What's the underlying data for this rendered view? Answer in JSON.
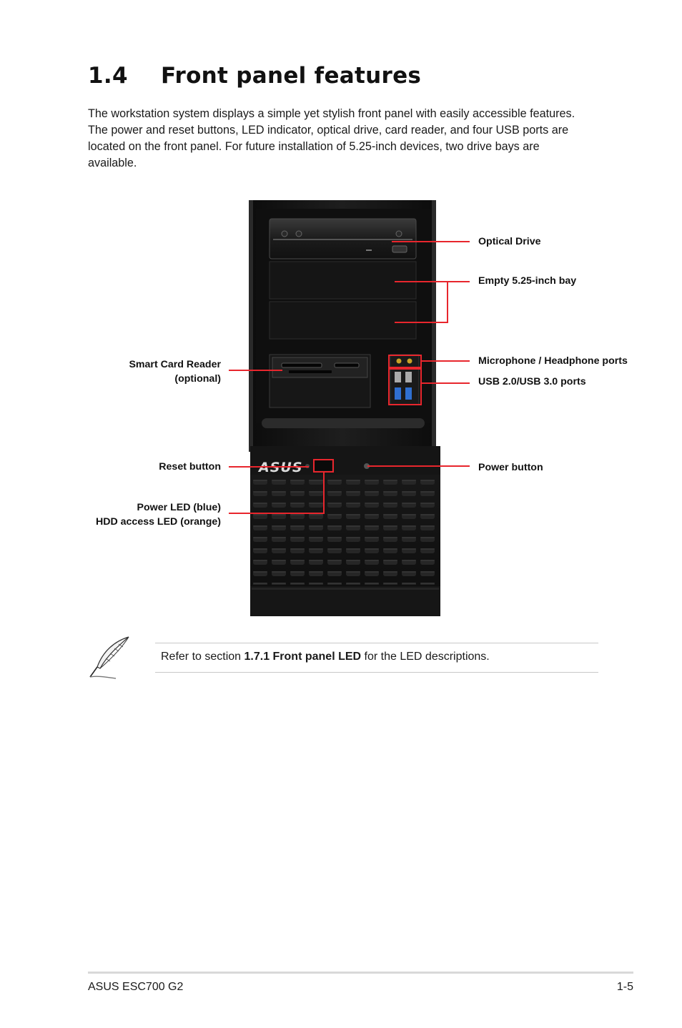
{
  "heading": {
    "number": "1.4",
    "title": "Front panel features"
  },
  "intro": "The workstation system displays a simple yet stylish front panel with easily accessible features. The power and reset buttons, LED indicator, optical drive, card reader, and four USB ports are located on the front panel. For future installation of 5.25-inch devices, two drive bays are available.",
  "figure": {
    "logo_text": "ASUS",
    "callout_color": "#e8262d",
    "labels": {
      "optical_drive": "Optical Drive",
      "empty_bay": "Empty 5.25-inch bay",
      "mic_headphone": "Microphone / Headphone ports",
      "usb_ports": "USB 2.0/USB 3.0 ports",
      "power_button": "Power button",
      "smart_card_line1": "Smart Card Reader",
      "smart_card_line2": "(optional)",
      "reset_button": "Reset button",
      "power_led_line1": "Power LED (blue)",
      "power_led_line2": "HDD access LED (orange)"
    }
  },
  "note": {
    "icon": "feather-pen-icon",
    "prefix": "Refer to section ",
    "bold": "1.7.1 Front panel LED",
    "suffix": " for the LED descriptions."
  },
  "footer": {
    "left": "ASUS ESC700 G2",
    "right": "1-5"
  }
}
